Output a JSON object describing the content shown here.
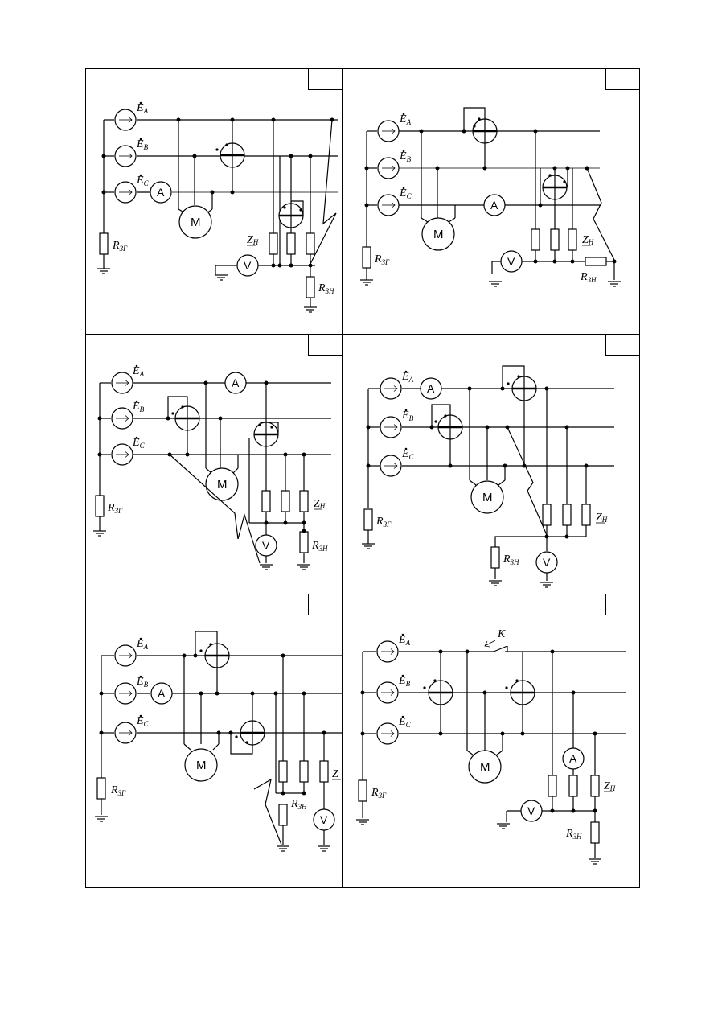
{
  "labels": {
    "ea": "E",
    "ea_sub": "A",
    "eb": "E",
    "eb_sub": "B",
    "ec": "E",
    "ec_sub": "C",
    "rzg": "R",
    "rzg_sub": "ЗГ",
    "rzn": "R",
    "rzn_sub": "ЗН",
    "zn": "Z",
    "zn_sub": "Н",
    "motor": "M",
    "ammeter": "A",
    "voltmeter": "V",
    "switch": "K"
  }
}
